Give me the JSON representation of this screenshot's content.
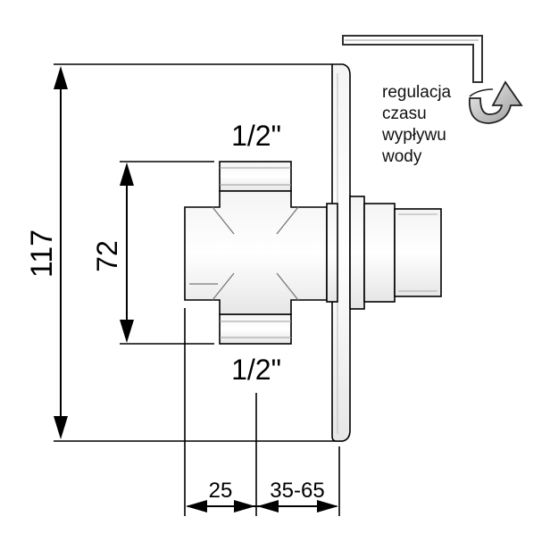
{
  "dimensions": {
    "overall_height": "117",
    "inlet_spacing": "72",
    "thread_top": "1/2\"",
    "thread_bottom": "1/2\"",
    "depth_body": "25",
    "depth_range": "35-65"
  },
  "annotation": {
    "lines": [
      "regulacja",
      "czasu",
      "wypływu",
      "wody"
    ]
  },
  "icons": [
    "hex-key-icon",
    "rotate-arrow-icon"
  ]
}
